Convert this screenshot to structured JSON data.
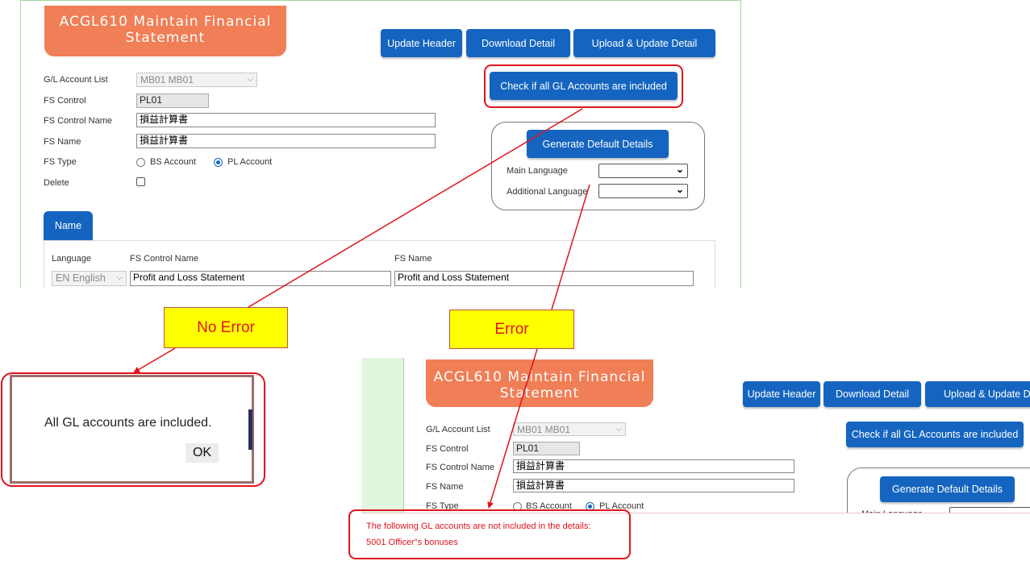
{
  "screen_top": {
    "title": "ACGL610 Maintain Financial Statement",
    "buttons": {
      "update_header": "Update Header",
      "download_detail": "Download Detail",
      "upload_update_detail": "Upload & Update Detail",
      "check_gl": "Check if all GL Accounts are included",
      "generate_default": "Generate Default Details"
    },
    "form": {
      "gl_account_list_label": "G/L Account List",
      "gl_account_list_value": "MB01 MB01",
      "fs_control_label": "FS Control",
      "fs_control_value": "PL01",
      "fs_control_name_label": "FS Control Name",
      "fs_control_name_value": "損益計算書",
      "fs_name_label": "FS Name",
      "fs_name_value": "損益計算書",
      "fs_type_label": "FS Type",
      "fs_type_bs": "BS Account",
      "fs_type_pl": "PL Account",
      "delete_label": "Delete",
      "main_language_label": "Main Language",
      "additional_language_label": "Additional Language"
    },
    "name_tab": "Name",
    "name_table": {
      "headers": [
        "Language",
        "FS Control Name",
        "FS Name"
      ],
      "row": {
        "language": "EN English",
        "fs_control_name": "Profit and Loss Statement",
        "fs_name": "Profit and Loss Statement"
      }
    }
  },
  "callouts": {
    "no_error": "No Error",
    "error": "Error"
  },
  "dialog": {
    "message": "All GL accounts are included.",
    "ok_label": "OK"
  },
  "screen_bottom": {
    "title": "ACGL610 Maintain Financial Statement",
    "buttons": {
      "update_header": "Update Header",
      "download_detail": "Download Detail",
      "upload_update_detail": "Upload & Update Det",
      "check_gl": "Check if all GL Accounts are included",
      "generate_default": "Generate Default Details"
    },
    "form": {
      "gl_account_list_label": "G/L Account List",
      "gl_account_list_value": "MB01 MB01",
      "fs_control_label": "FS Control",
      "fs_control_value": "PL01",
      "fs_control_name_label": "FS Control Name",
      "fs_control_name_value": "損益計算書",
      "fs_name_label": "FS Name",
      "fs_name_value": "損益計算書",
      "fs_type_label": "FS Type",
      "fs_type_bs": "BS Account",
      "fs_type_pl": "PL Account",
      "main_language_label": "Main Language"
    }
  },
  "error_message": {
    "line1": "The following GL accounts are not included in the details:",
    "line2": "5001 Officer\"s bonuses"
  },
  "colors": {
    "title_bg": "#f07e56",
    "button_blue": "#1565c0",
    "highlight_red": "#e0141e",
    "callout_yellow": "#ffff00",
    "frame_green": "#b8e6b0"
  }
}
